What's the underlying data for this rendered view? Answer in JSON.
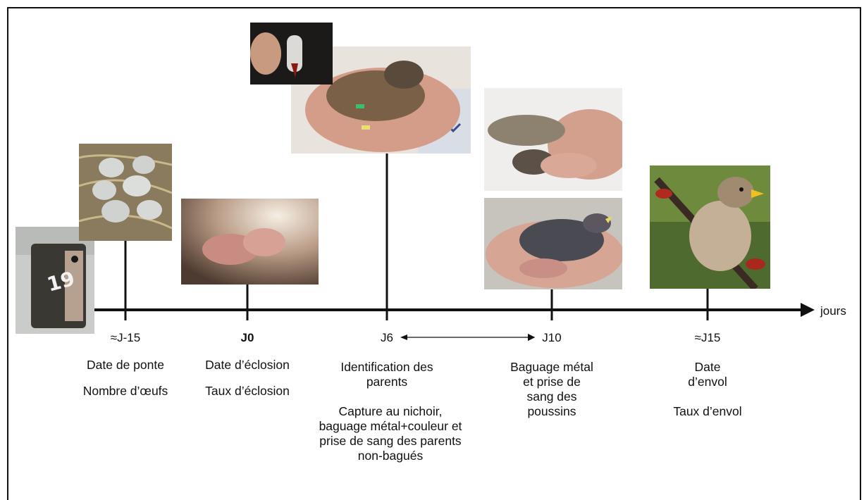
{
  "axis_label": "jours",
  "days": {
    "d1": "≈J-15",
    "d2": "J0",
    "d3": "J6",
    "d4": "J10",
    "d5": "≈J15"
  },
  "texts": {
    "ponte_1": "Date de ponte",
    "ponte_2": "Nombre d’œufs",
    "eclosion_1": "Date d’éclosion",
    "eclosion_2": "Taux d’éclosion",
    "parents_1": "Identification des parents",
    "parents_2": "Capture au nichoir, baguage métal+couleur et prise de sang des parents non-bagués",
    "poussins": "Baguage métal et prise de sang des poussins",
    "envol_1": "Date d’envol",
    "envol_2": "Taux d’envol"
  },
  "nestbox_number": "19"
}
